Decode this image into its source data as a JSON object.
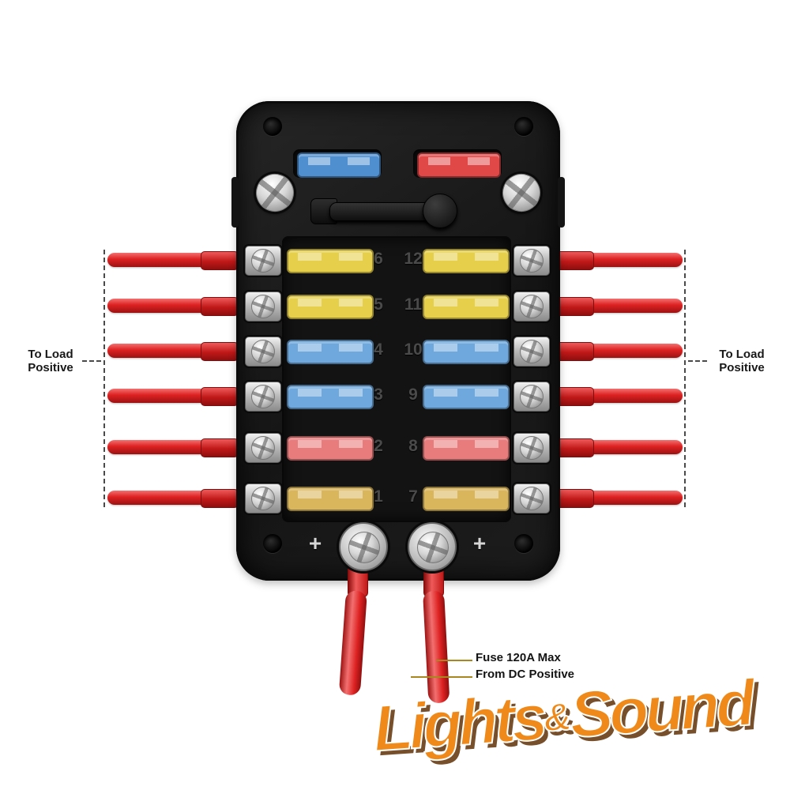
{
  "labels": {
    "to_load": {
      "line1": "To Load",
      "line2": "Positive"
    },
    "fuse_note": {
      "line1": "Fuse 120A Max",
      "line2": "From DC Positive"
    },
    "watermark": {
      "part1": "Lights",
      "amp": "&",
      "part2": "Sound"
    }
  },
  "fuse_box": {
    "left_numbers": [
      "6",
      "5",
      "4",
      "3",
      "2",
      "1"
    ],
    "right_numbers": [
      "12",
      "11",
      "10",
      "9",
      "8",
      "7"
    ],
    "row_fuse_colors": [
      {
        "name": "yellow",
        "hex": "#e6cf4a"
      },
      {
        "name": "yellow",
        "hex": "#e6cf4a"
      },
      {
        "name": "blue",
        "hex": "#6fa8dc"
      },
      {
        "name": "blue",
        "hex": "#6fa8dc"
      },
      {
        "name": "red",
        "hex": "#e87b7b"
      },
      {
        "name": "tan",
        "hex": "#d9b55c"
      }
    ],
    "spare_fuses": [
      {
        "name": "blue",
        "hex": "#4f8fd0"
      },
      {
        "name": "red",
        "hex": "#e04848"
      }
    ],
    "plus_labels": {
      "left": "+",
      "right": "+"
    }
  },
  "colors": {
    "wire_red": "#dd2121",
    "box_black": "#1a1a1a",
    "annotation_line_gold": "#a8871f",
    "watermark_orange": "#ef8a1a",
    "callout_dash": "#4a4a4a"
  }
}
